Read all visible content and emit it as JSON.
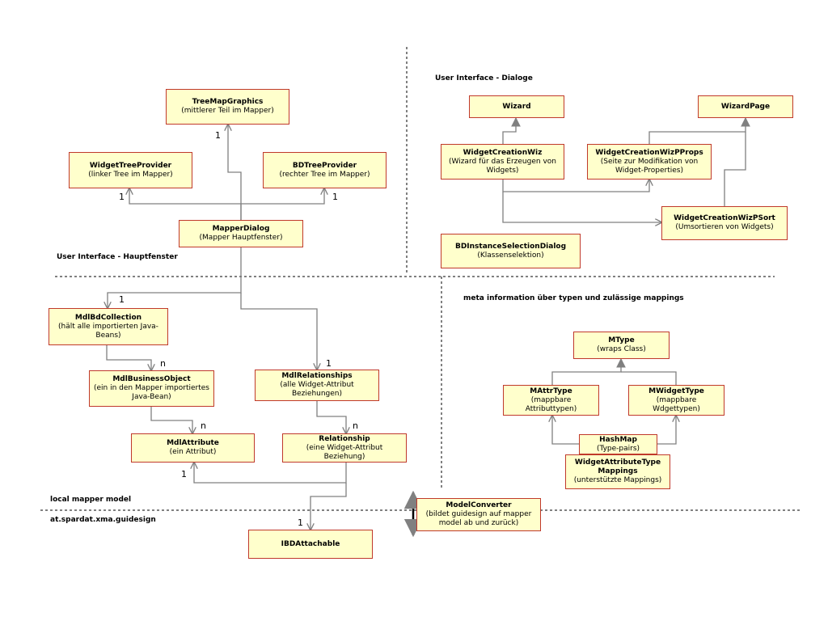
{
  "regions": {
    "ui_main": "User Interface  - Hauptfenster",
    "ui_dialogs": "User Interface  - Dialoge",
    "meta": "meta information über typen und zulässige mappings",
    "local_model": "local mapper model",
    "guidesign": "at.spardat.xma.guidesign"
  },
  "classes": {
    "treemapgraphics": {
      "title": "TreeMapGraphics",
      "sub": "(mittlerer Teil im Mapper)"
    },
    "widgettreeprovider": {
      "title": "WidgetTreeProvider",
      "sub": "(linker Tree im Mapper)"
    },
    "bdtreeprovider": {
      "title": "BDTreeProvider",
      "sub": "(rechter Tree im Mapper)"
    },
    "mapperdialog": {
      "title": "MapperDialog",
      "sub": "(Mapper Hauptfenster)"
    },
    "wizard": {
      "title": "Wizard",
      "sub": ""
    },
    "wizardpage": {
      "title": "WizardPage",
      "sub": ""
    },
    "widgetcreationwiz": {
      "title": "WidgetCreationWiz",
      "sub": "(Wizard für das Erzeugen von Widgets)"
    },
    "widgetcreationwizpprops": {
      "title": "WidgetCreationWizPProps",
      "sub": "(Seite zur Modifikation von Widget-Properties)"
    },
    "widgetcreationwizpsort": {
      "title": "WidgetCreationWizPSort",
      "sub": "(Umsortieren von Widgets)"
    },
    "bdinstanceselectiondialog": {
      "title": "BDInstanceSelectionDialog",
      "sub": "(Klassenselektion)"
    },
    "mdlbdcollection": {
      "title": "MdlBdCollection",
      "sub": "(hält alle importierten Java-Beans)"
    },
    "mdlbusinessobject": {
      "title": "MdlBusinessObject",
      "sub": "(ein in den Mapper importiertes Java-Bean)"
    },
    "mdlrelationships": {
      "title": "MdlRelationships",
      "sub": "(alle Widget-Attribut Beziehungen)"
    },
    "mdlattribute": {
      "title": "MdlAttribute",
      "sub": "(ein Attribut)"
    },
    "relationship": {
      "title": "Relationship",
      "sub": "(eine Widget-Attribut Beziehung)"
    },
    "ibdattachable": {
      "title": "IBDAttachable",
      "sub": ""
    },
    "modelconverter": {
      "title": "ModelConverter",
      "sub": "(bildet guidesign auf mapper model ab und zurück)"
    },
    "mtype": {
      "title": "MType",
      "sub": "(wraps Class)"
    },
    "mattrtype": {
      "title": "MAttrType",
      "sub": "(mappbare Attributtypen)"
    },
    "mwidgettype": {
      "title": "MWidgetType",
      "sub": "(mappbare Wdgettypen)"
    },
    "hashmap": {
      "title": "HashMap",
      "sub": "(Type-pairs)"
    },
    "widgetattributetypemappings": {
      "title": "WidgetAttributeType Mappings",
      "sub": "(unterstützte Mappings)"
    }
  },
  "multiplicities": {
    "treemap": "1",
    "widgettree": "1",
    "bdtree": "1",
    "bdcollection": "1",
    "businessobject": "n",
    "relationships": "1",
    "attribute": "n",
    "relationship": "n",
    "attribute_back": "1",
    "ibdattachable": "1"
  },
  "colors": {
    "box_fill": "#ffffcc",
    "box_border": "#c0392b",
    "connector": "#808080"
  }
}
